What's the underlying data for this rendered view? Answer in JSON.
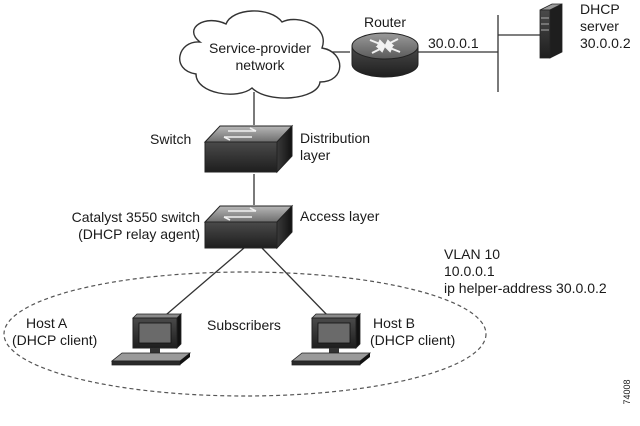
{
  "diagram": {
    "cloud": {
      "lines": [
        "Service-provider",
        "network"
      ]
    },
    "router": {
      "label": "Router",
      "interface_ip": "30.0.0.1"
    },
    "dhcp_server": {
      "lines": [
        "DHCP",
        "server",
        "30.0.0.2"
      ]
    },
    "distribution_switch": {
      "label": "Switch",
      "layer_lines": [
        "Distribution",
        "layer"
      ]
    },
    "access_switch": {
      "lines": [
        "Catalyst 3550 switch",
        "(DHCP relay agent)"
      ],
      "layer": "Access layer"
    },
    "vlan": {
      "lines": [
        "VLAN 10",
        "10.0.0.1",
        "ip helper-address 30.0.0.2"
      ]
    },
    "subscribers": {
      "label": "Subscribers"
    },
    "host_a": {
      "lines": [
        "Host A",
        "(DHCP client)"
      ]
    },
    "host_b": {
      "lines": [
        "Host B",
        "(DHCP client)"
      ]
    },
    "figure_id": "74008"
  }
}
